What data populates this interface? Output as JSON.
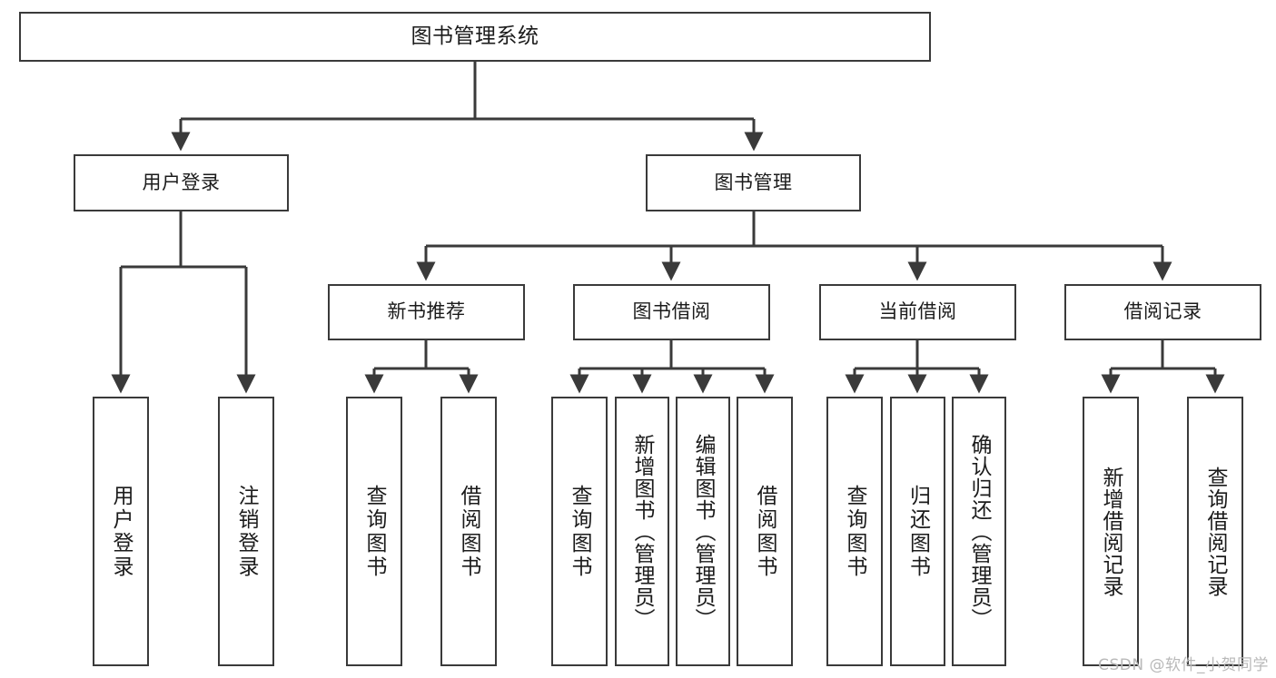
{
  "diagram": {
    "type": "tree-hierarchy-chart",
    "title": "图书管理系统",
    "root": {
      "id": "root",
      "label": "图书管理系统"
    },
    "level2": [
      {
        "id": "user-login",
        "label": "用户登录"
      },
      {
        "id": "book-management",
        "label": "图书管理"
      }
    ],
    "level3": [
      {
        "id": "new-book-recommend",
        "label": "新书推荐",
        "parent": "book-management"
      },
      {
        "id": "book-borrow",
        "label": "图书借阅",
        "parent": "book-management"
      },
      {
        "id": "current-borrow",
        "label": "当前借阅",
        "parent": "book-management"
      },
      {
        "id": "borrow-record",
        "label": "借阅记录",
        "parent": "book-management"
      }
    ],
    "leaves": [
      {
        "id": "leaf-user-login",
        "label": "用户登录",
        "parent": "user-login"
      },
      {
        "id": "leaf-logout-login",
        "label": "注销登录",
        "parent": "user-login"
      },
      {
        "id": "leaf-query-book-1",
        "label": "查询图书",
        "parent": "new-book-recommend"
      },
      {
        "id": "leaf-borrow-book-1",
        "label": "借阅图书",
        "parent": "new-book-recommend"
      },
      {
        "id": "leaf-query-book-2",
        "label": "查询图书",
        "parent": "book-borrow"
      },
      {
        "id": "leaf-add-book",
        "label": "新增图书（管理员）",
        "parent": "book-borrow"
      },
      {
        "id": "leaf-edit-book",
        "label": "编辑图书（管理员）",
        "parent": "book-borrow"
      },
      {
        "id": "leaf-borrow-book-2",
        "label": "借阅图书",
        "parent": "book-borrow"
      },
      {
        "id": "leaf-query-book-3",
        "label": "查询图书",
        "parent": "current-borrow"
      },
      {
        "id": "leaf-return-book",
        "label": "归还图书",
        "parent": "current-borrow"
      },
      {
        "id": "leaf-confirm-return",
        "label": "确认归还（管理员）",
        "parent": "current-borrow"
      },
      {
        "id": "leaf-add-record",
        "label": "新增借阅记录",
        "parent": "borrow-record"
      },
      {
        "id": "leaf-query-record",
        "label": "查询借阅记录",
        "parent": "borrow-record"
      }
    ],
    "colors": {
      "border": "#3a3a3a",
      "background": "#ffffff",
      "text": "#1b1b1b",
      "connector": "#3a3a3a",
      "watermark": "#b9b9b9"
    }
  },
  "watermark": {
    "text": "CSDN @软件_小贺同学"
  }
}
